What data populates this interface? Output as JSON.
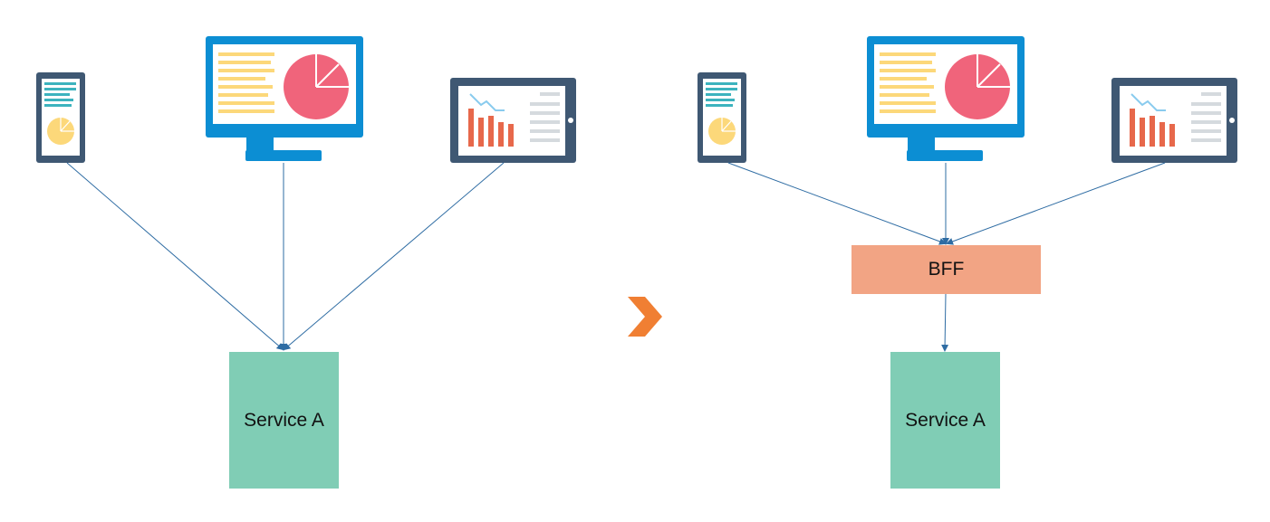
{
  "colors": {
    "service_fill": "#80cdb5",
    "bff_fill": "#f2a484",
    "connector": "#2e6ca3",
    "arrow": "#f07f33",
    "device_frame_dark": "#3f5873",
    "monitor_frame": "#0c8ed3",
    "chart_pink": "#f0647b",
    "text_yellow": "#fcd87a",
    "bar_orange": "#e7684b",
    "line_blue": "#89cbee",
    "lines_grey": "#d5dade",
    "text_teal": "#3cb3be"
  },
  "left_panel": {
    "devices": [
      "phone-icon",
      "desktop-monitor-icon",
      "tablet-icon"
    ],
    "service": {
      "label": "Service A"
    }
  },
  "transition": {
    "icon": "chevron-right-icon"
  },
  "right_panel": {
    "devices": [
      "phone-icon",
      "desktop-monitor-icon",
      "tablet-icon"
    ],
    "bff": {
      "label": "BFF"
    },
    "service": {
      "label": "Service A"
    }
  }
}
